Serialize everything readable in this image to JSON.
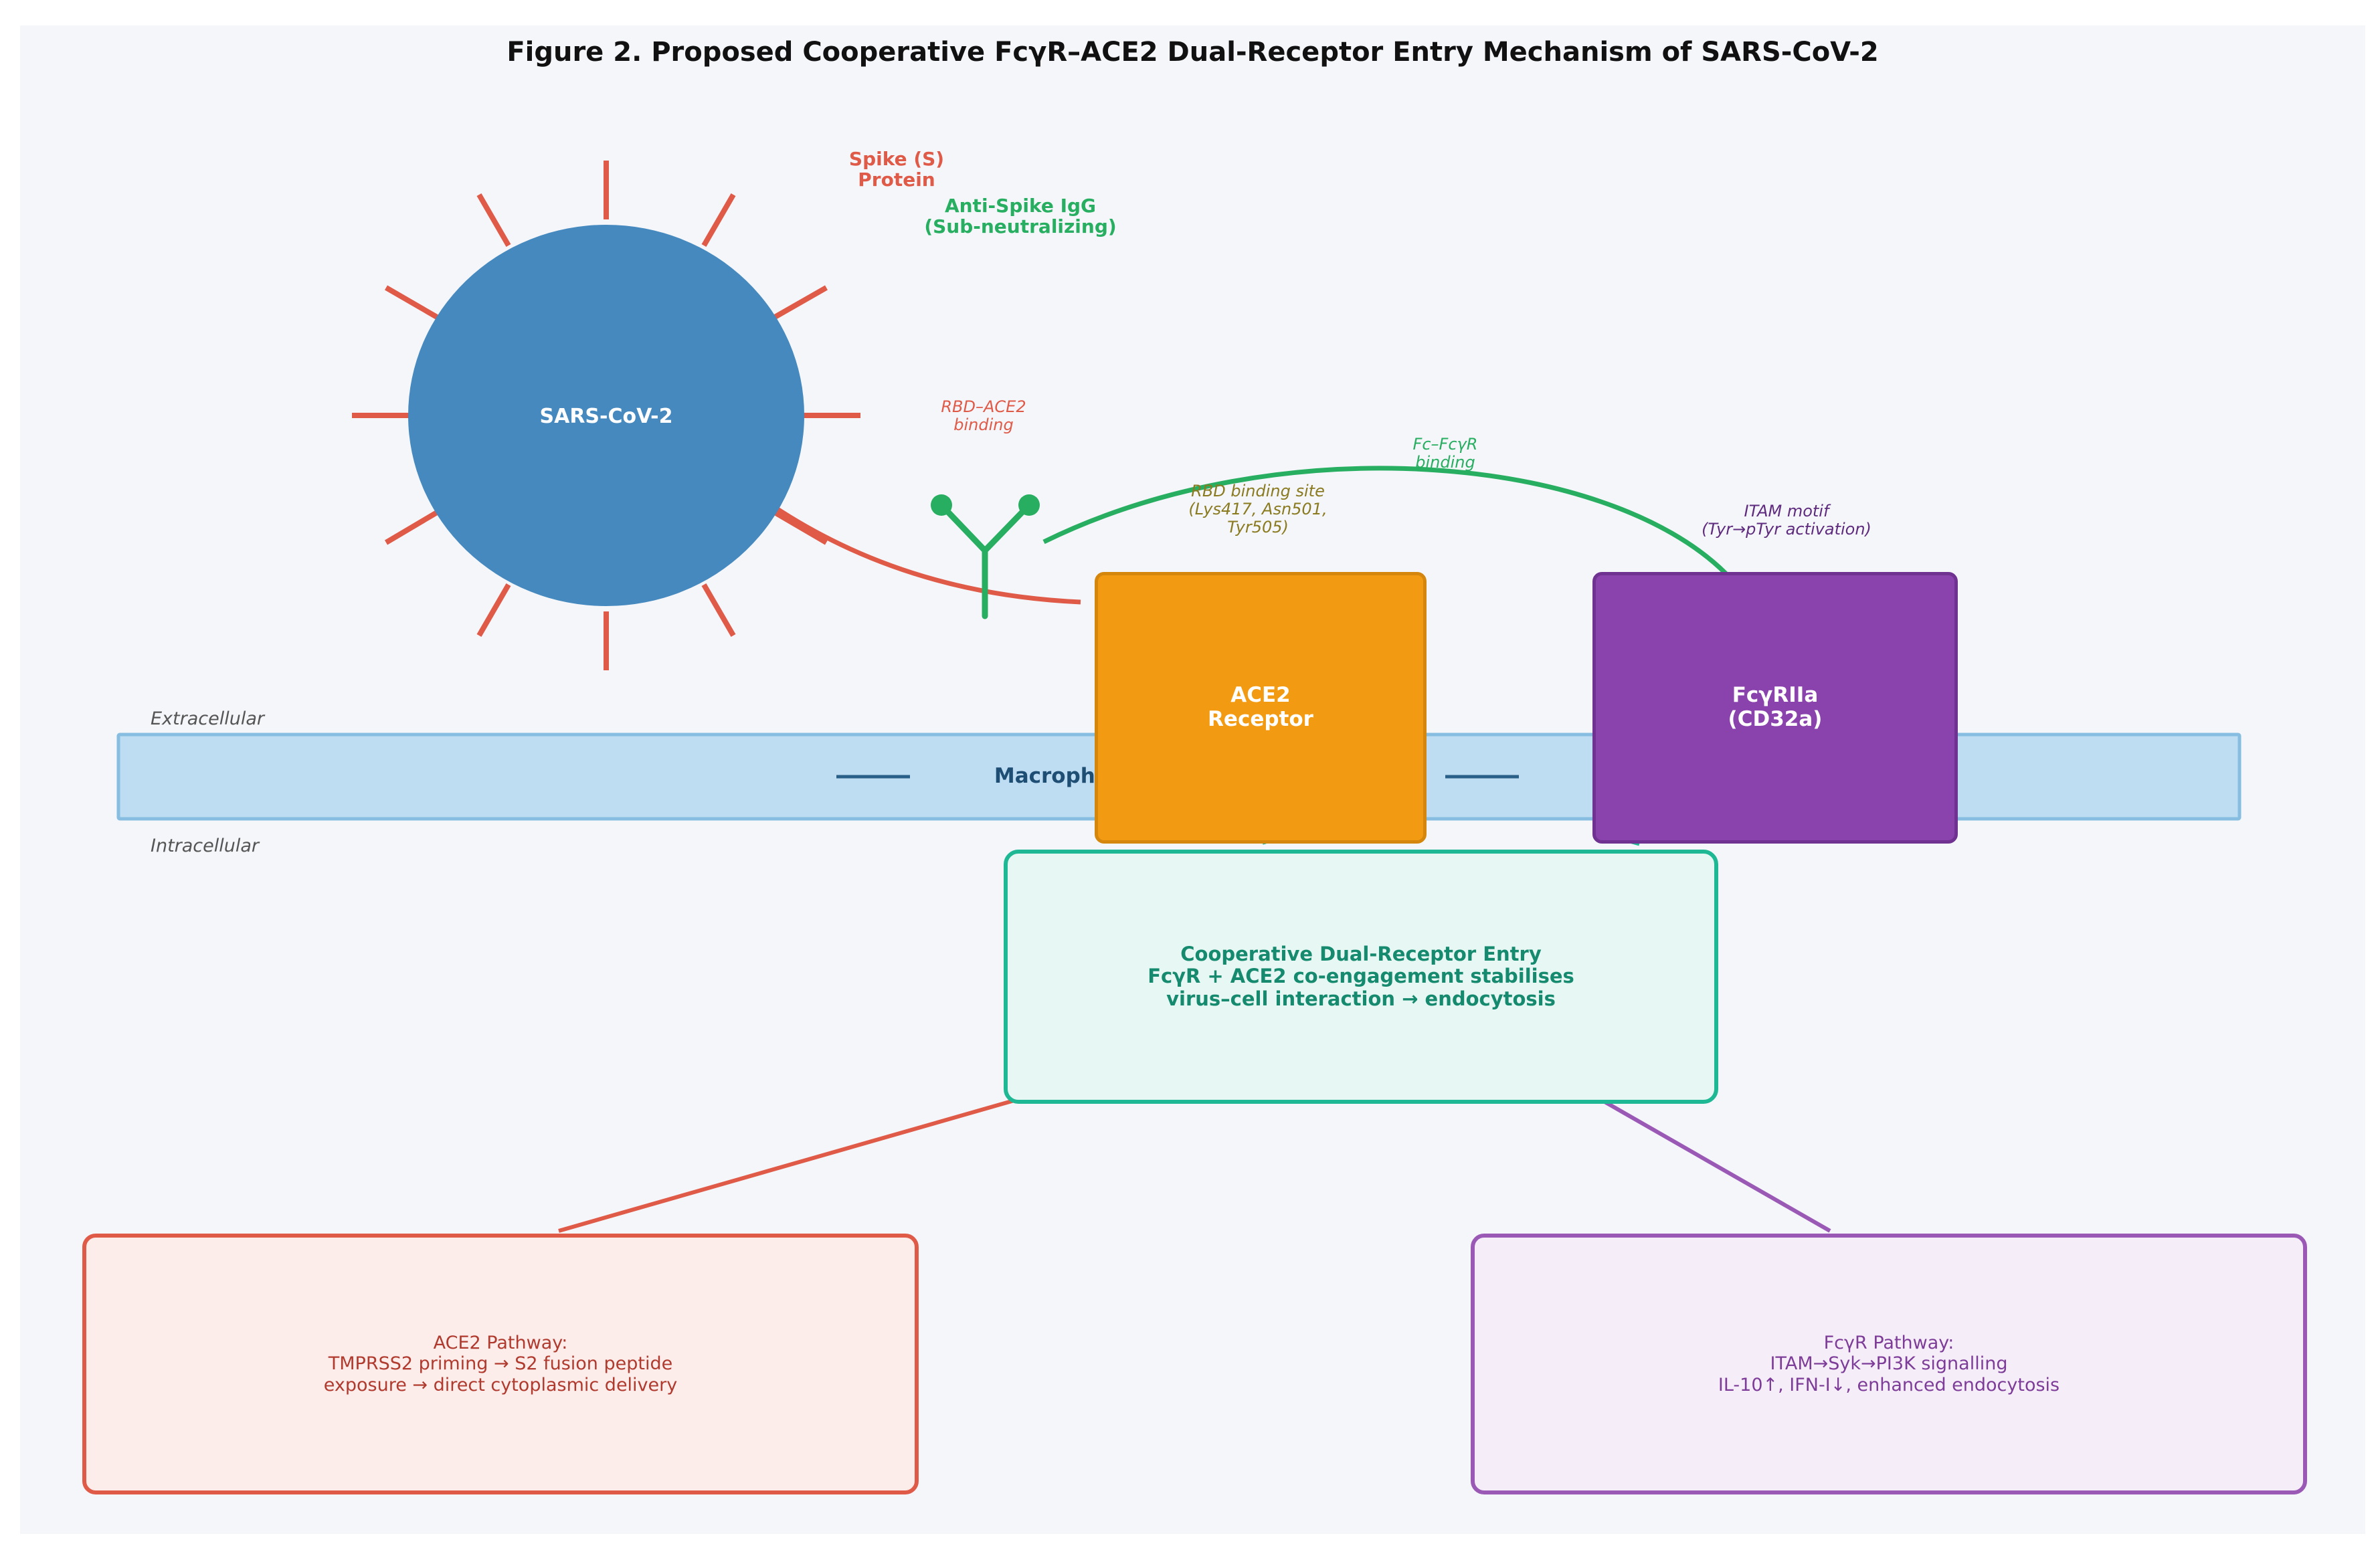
{
  "figure": {
    "title": "Figure 2. Proposed Cooperative FcγR–ACE2 Dual-Receptor Entry Mechanism of SARS-CoV-2"
  },
  "virus": {
    "label": "SARS-CoV-2",
    "fill_color": "#4589bf",
    "spike_color": "#e05a48"
  },
  "labels": {
    "spike_protein": "Spike (S)\nProtein",
    "anti_spike_igg": "Anti-Spike IgG\n(Sub-neutralizing)",
    "rbd_ace2_binding": "RBD–ACE2\nbinding",
    "fc_fcgr_binding": "Fc–FcγR\nbinding",
    "rbd_binding_site": "RBD binding site\n(Lys417, Asn501,\nTyr505)",
    "itam_motif": "ITAM motif\n(Tyr→pTyr activation)",
    "extracellular": "Extracellular",
    "intracellular": "Intracellular"
  },
  "membrane": {
    "label": "Macrophage Plasma Membrane",
    "fill_color": "#bfddf2",
    "border_color": "#86bde0"
  },
  "ace2_receptor": {
    "label": "ACE2\nReceptor",
    "fill_color": "#f29b12",
    "border_color": "#d4860d"
  },
  "fcgr_receptor": {
    "label": "FcγRIIa\n(CD32a)",
    "fill_color": "#8a42ad",
    "border_color": "#6f3290"
  },
  "cooperative_box": {
    "text": "Cooperative Dual-Receptor Entry\nFcγR + ACE2 co-engagement stabilises\nvirus–cell interaction → endocytosis",
    "fill_color": "#e7f7f3",
    "border_color": "#1fb894",
    "text_color": "#158a6e"
  },
  "ace2_pathway": {
    "text": "ACE2 Pathway:\nTMPRSS2 priming → S2 fusion peptide\nexposure → direct cytoplasmic delivery",
    "fill_color": "#fcecea",
    "border_color": "#e05a48",
    "text_color": "#b03a2e"
  },
  "fcgr_pathway": {
    "text": "FcγR Pathway:\nITAM→Syk→PI3K signalling\nIL-10↑, IFN-I↓, enhanced endocytosis",
    "fill_color": "#f5eef9",
    "border_color": "#9b59b6",
    "text_color": "#7d3c98"
  },
  "antibody_color": "#27ae60"
}
